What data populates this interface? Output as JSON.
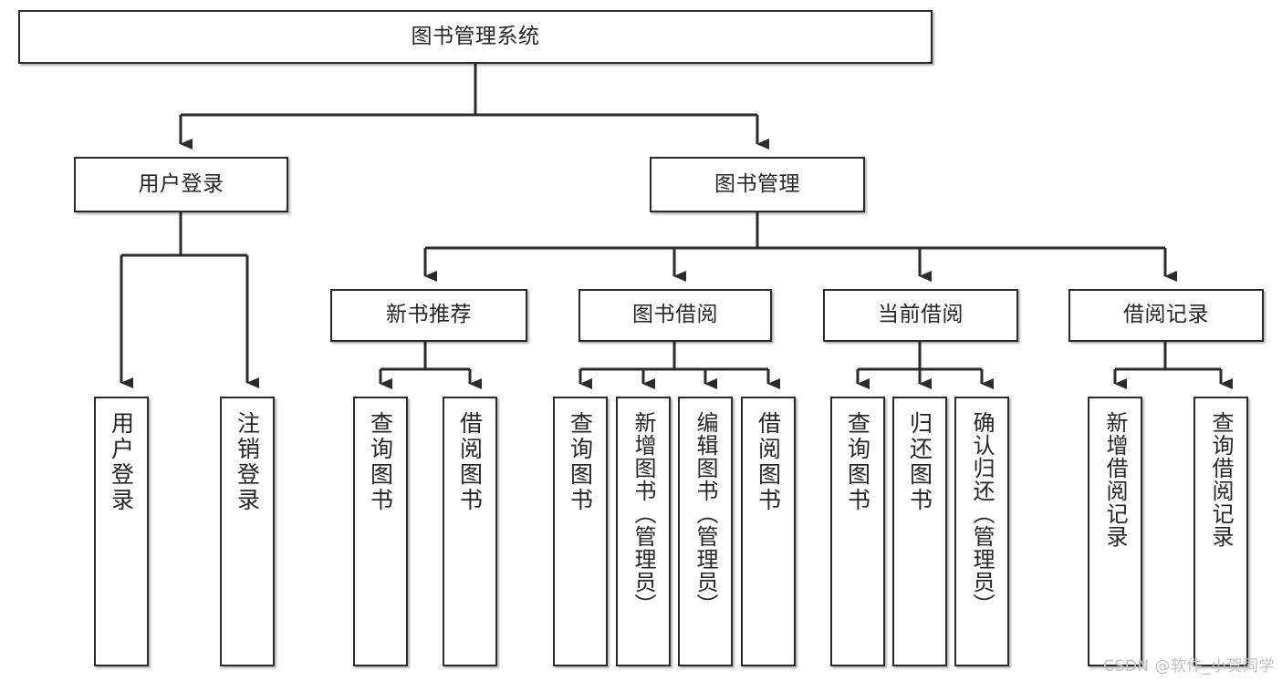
{
  "diagram": {
    "type": "tree-hierarchy",
    "orientation": "top-down",
    "root": {
      "id": "root",
      "label": "图书管理系统"
    },
    "level1": [
      {
        "id": "user-login",
        "label": "用户登录"
      },
      {
        "id": "book-manage",
        "label": "图书管理"
      }
    ],
    "level2": [
      {
        "id": "new-book-recommend",
        "label": "新书推荐",
        "parent": "book-manage"
      },
      {
        "id": "book-borrow",
        "label": "图书借阅",
        "parent": "book-manage"
      },
      {
        "id": "current-borrow",
        "label": "当前借阅",
        "parent": "book-manage"
      },
      {
        "id": "borrow-record",
        "label": "借阅记录",
        "parent": "book-manage"
      }
    ],
    "leaves": [
      {
        "id": "leaf-user-login",
        "label": "用户登录",
        "parent": "user-login"
      },
      {
        "id": "leaf-user-logout",
        "label": "注销登录",
        "parent": "user-login"
      },
      {
        "id": "leaf-query-book-1",
        "label": "查询图书",
        "parent": "new-book-recommend"
      },
      {
        "id": "leaf-borrow-book-1",
        "label": "借阅图书",
        "parent": "new-book-recommend"
      },
      {
        "id": "leaf-query-book-2",
        "label": "查询图书",
        "parent": "book-borrow"
      },
      {
        "id": "leaf-add-book",
        "label": "新增图书（管理员）",
        "parent": "book-borrow"
      },
      {
        "id": "leaf-edit-book",
        "label": "编辑图书（管理员）",
        "parent": "book-borrow"
      },
      {
        "id": "leaf-borrow-book-2",
        "label": "借阅图书",
        "parent": "book-borrow"
      },
      {
        "id": "leaf-query-book-3",
        "label": "查询图书",
        "parent": "current-borrow"
      },
      {
        "id": "leaf-return-book",
        "label": "归还图书",
        "parent": "current-borrow"
      },
      {
        "id": "leaf-confirm-return",
        "label": "确认归还（管理员）",
        "parent": "current-borrow"
      },
      {
        "id": "leaf-add-record",
        "label": "新增借阅记录",
        "parent": "borrow-record"
      },
      {
        "id": "leaf-query-record",
        "label": "查询借阅记录",
        "parent": "borrow-record"
      }
    ]
  },
  "watermark": {
    "text": "CSDN @软件_小贺同学"
  },
  "colors": {
    "box_border": "#2b2b2b",
    "box_fill": "#ffffff",
    "text": "#262626",
    "connector": "#2b2b2b",
    "watermark": "#c2c2c2",
    "background": "#ffffff"
  }
}
